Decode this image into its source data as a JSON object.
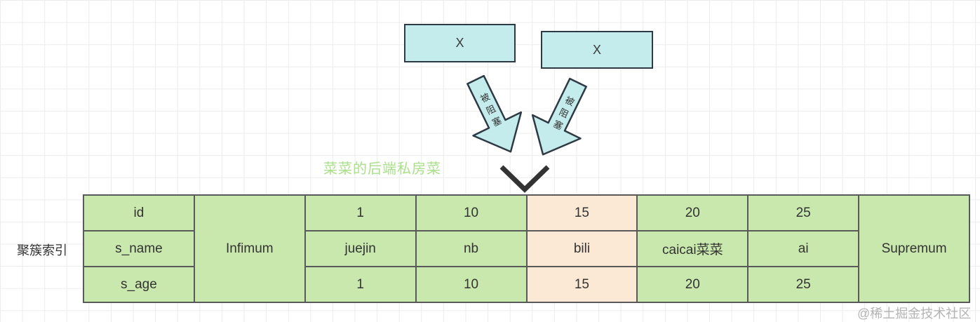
{
  "diagram": {
    "lock_box_left": {
      "label": "X"
    },
    "lock_box_right": {
      "label": "X"
    },
    "arrow_left": {
      "label": "被阻塞"
    },
    "arrow_right": {
      "label": "被阻塞"
    },
    "clustered_index_label": "聚簇索引",
    "watermark_center": "菜菜的后端私房菜",
    "watermark_corner": "@稀土掘金技术社区"
  },
  "table": {
    "row_fields": [
      "id",
      "s_name",
      "s_age"
    ],
    "columns": [
      {
        "key": "fields",
        "cells": [
          "id",
          "s_name",
          "s_age"
        ],
        "highlight": false
      },
      {
        "key": "infimum",
        "merged": "Infimum",
        "highlight": false
      },
      {
        "key": "rec-1",
        "cells": [
          "1",
          "juejin",
          "1"
        ],
        "highlight": false
      },
      {
        "key": "rec-10",
        "cells": [
          "10",
          "nb",
          "10"
        ],
        "highlight": false
      },
      {
        "key": "rec-15",
        "cells": [
          "15",
          "bili",
          "15"
        ],
        "highlight": true
      },
      {
        "key": "rec-20",
        "cells": [
          "20",
          "caicai菜菜",
          "20"
        ],
        "highlight": false
      },
      {
        "key": "rec-25",
        "cells": [
          "25",
          "ai",
          "25"
        ],
        "highlight": false
      },
      {
        "key": "supremum",
        "merged": "Supremum",
        "highlight": false
      }
    ]
  },
  "colors": {
    "cell_green": "#c9e8ad",
    "cell_peach": "#fbe8d5",
    "box_cyan": "#c5eced",
    "shape_border": "#2d3a43",
    "table_border": "#595959",
    "chevron": "#333333",
    "watermark_green": "#a9e089",
    "watermark_gray": "#b3b3b3"
  }
}
